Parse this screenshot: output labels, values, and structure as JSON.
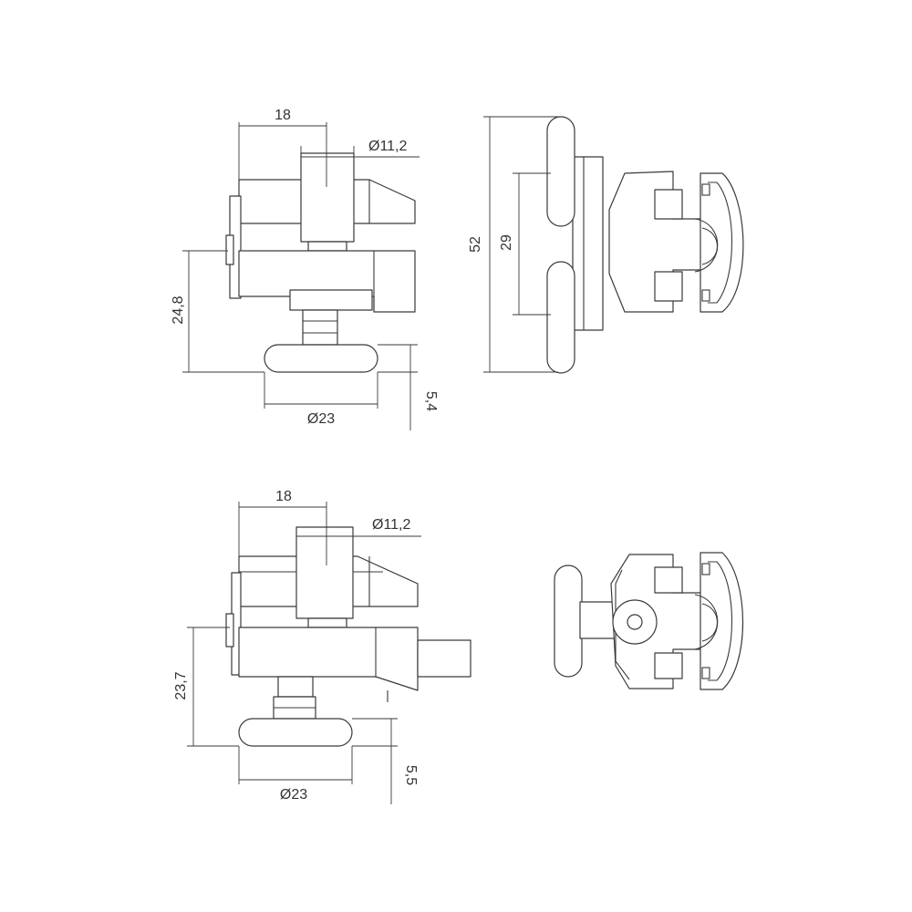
{
  "top_front": {
    "width_label": "18",
    "bore_label": "Ø11,2",
    "height_label": "24,8",
    "knob_diameter_label": "Ø23",
    "knob_thickness_label": "5,4"
  },
  "top_side": {
    "overall_label": "52",
    "inner_label": "29"
  },
  "bottom_front": {
    "width_label": "18",
    "bore_label": "Ø11,2",
    "height_label": "23,7",
    "knob_diameter_label": "Ø23",
    "knob_thickness_label": "5,5"
  },
  "colors": {
    "line": "#3a3a3a",
    "text": "#333333",
    "background": "#ffffff"
  }
}
